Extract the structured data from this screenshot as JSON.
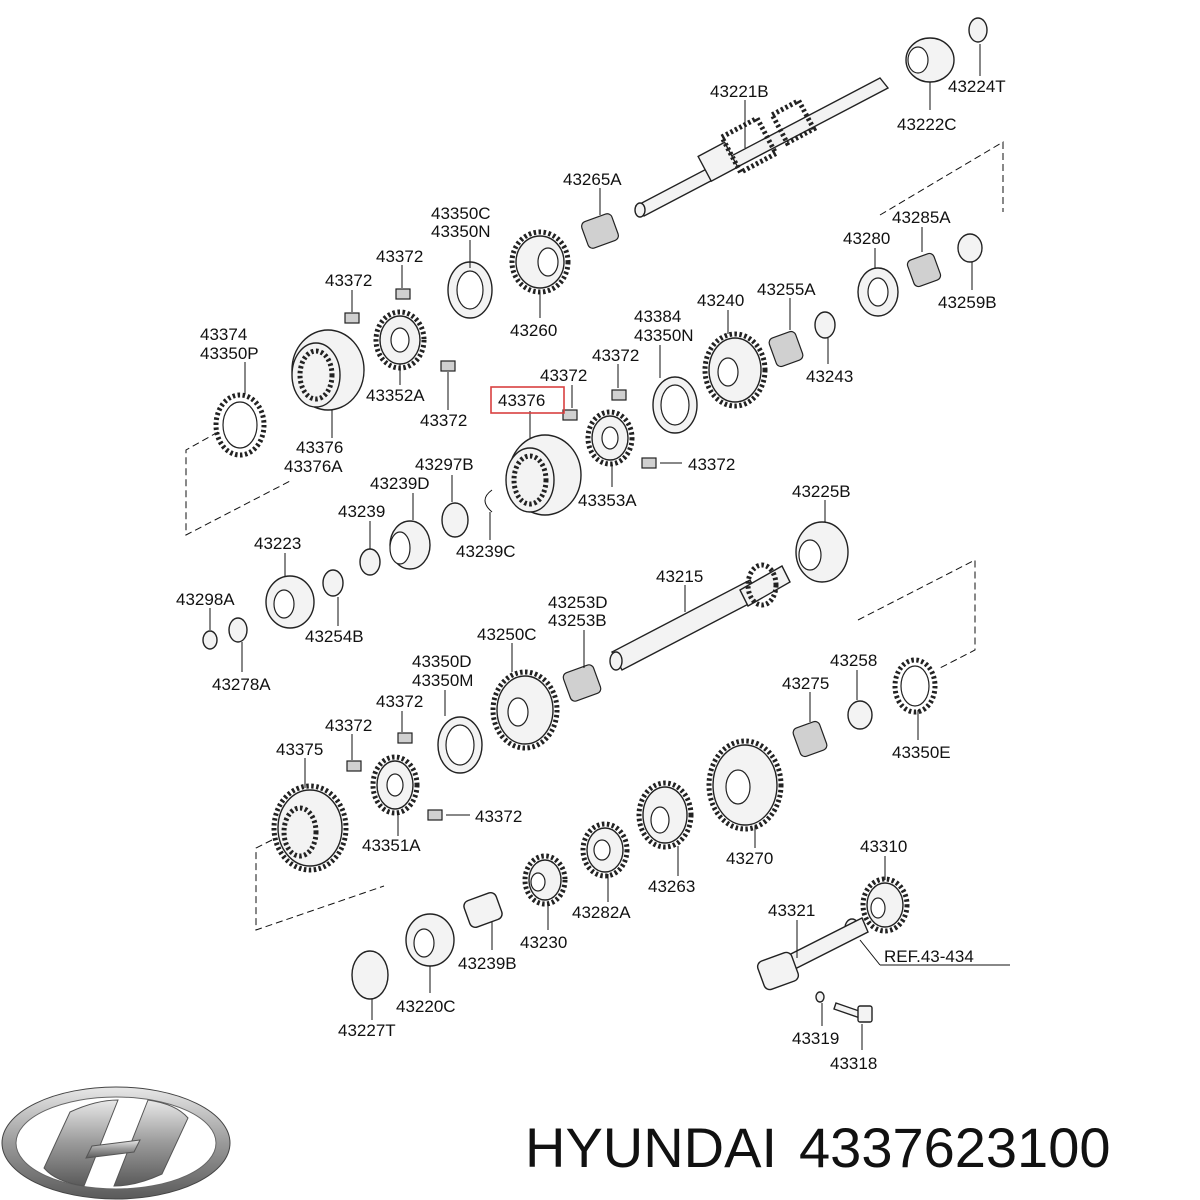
{
  "diagram": {
    "callouts": [
      "43221B",
      "43224T",
      "43222C",
      "43265A",
      "43350C",
      "43350N",
      "43372",
      "43260",
      "43285A",
      "43280",
      "43259B",
      "43374",
      "43350P",
      "43352A",
      "43255A",
      "43240",
      "43384",
      "43243",
      "43376",
      "43376A",
      "43353A",
      "43297B",
      "43239D",
      "43239",
      "43239C",
      "43223",
      "43225B",
      "43298A",
      "43254B",
      "43278A",
      "43215",
      "43253D",
      "43253B",
      "43250C",
      "43350D",
      "43350M",
      "43258",
      "43275",
      "43350E",
      "43375",
      "43351A",
      "43270",
      "43263",
      "43310",
      "43282A",
      "43230",
      "43321",
      "REF.43-434",
      "43239B",
      "43220C",
      "43227T",
      "43319",
      "43318"
    ]
  },
  "brand": {
    "name": "HYUNDAI",
    "part_number": "4337623100"
  },
  "colors": {
    "highlight": "#d94040",
    "ink": "#111111"
  }
}
